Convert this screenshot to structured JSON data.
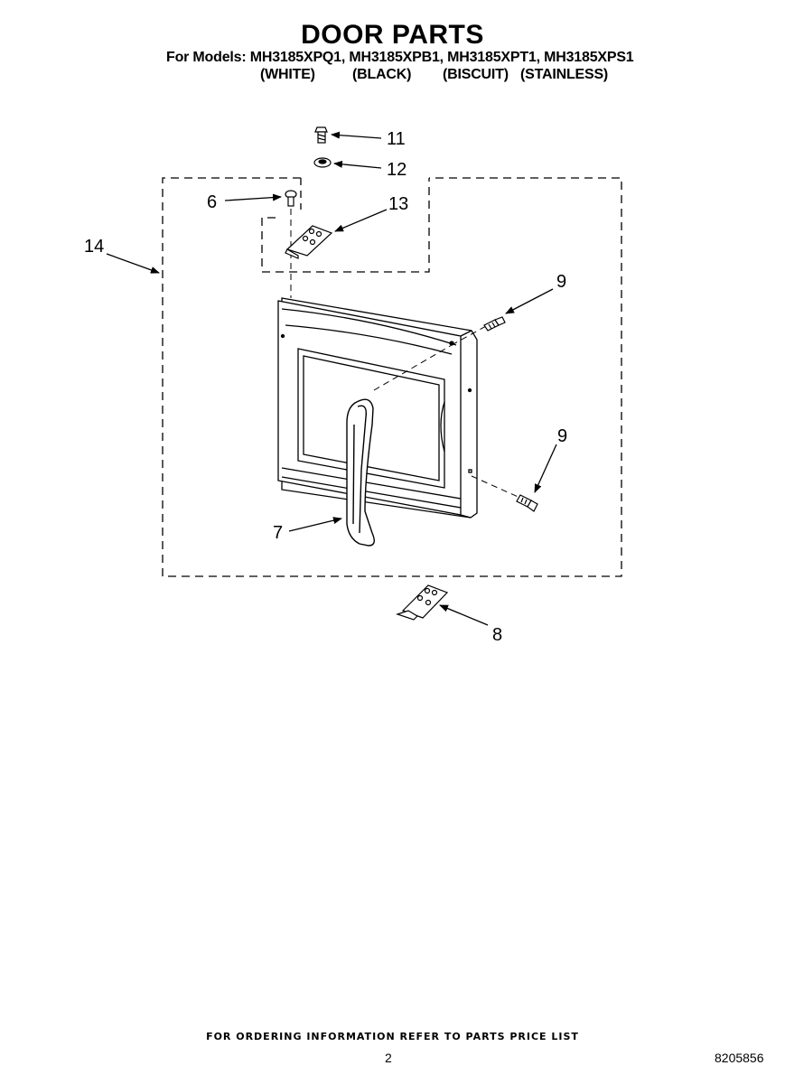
{
  "header": {
    "title": "DOOR PARTS",
    "models_line": "For Models: MH3185XPQ1, MH3185XPB1, MH3185XPT1, MH3185XPS1",
    "variants": [
      "(WHITE)",
      "(BLACK)",
      "(BISCUIT)",
      "(STAINLESS)"
    ]
  },
  "callouts": {
    "c6": "6",
    "c7": "7",
    "c8": "8",
    "c9a": "9",
    "c9b": "9",
    "c11": "11",
    "c12": "12",
    "c13": "13",
    "c14": "14"
  },
  "footer": {
    "note": "FOR ORDERING INFORMATION REFER TO PARTS PRICE LIST",
    "page_number": "2",
    "document_number": "8205856"
  }
}
